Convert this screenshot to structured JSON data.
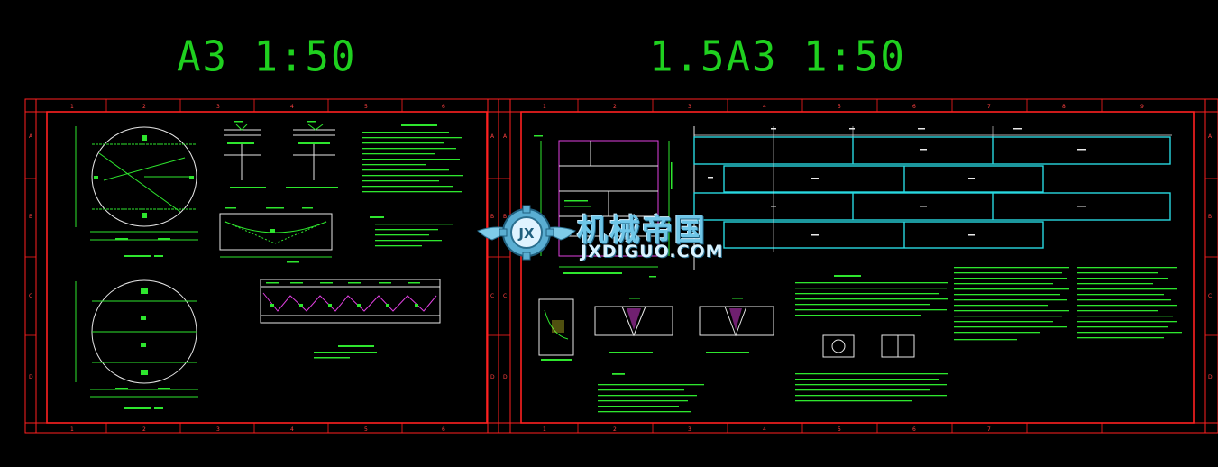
{
  "titles": {
    "left": "A3 1:50",
    "right": "1.5A3 1:50"
  },
  "watermark": {
    "chinese": "机械帝国",
    "english": "JXDIGUO.COM",
    "emblem": "JX"
  },
  "border_labels": {
    "left_columns": [
      "1",
      "2",
      "3",
      "4",
      "5",
      "6"
    ],
    "left_rows": [
      "A",
      "B",
      "C",
      "D"
    ],
    "right_columns": [
      "1",
      "2",
      "3",
      "4",
      "5",
      "6",
      "7",
      "8",
      "9"
    ],
    "right_rows": [
      "A",
      "B",
      "C",
      "D"
    ]
  },
  "colors": {
    "background": "#000000",
    "frame": "#ff2020",
    "drawing_white": "#e8e8e8",
    "notes_green": "#2ee62e",
    "cyan": "#28d8e0",
    "magenta": "#e040e0",
    "yellow": "#e6e62a"
  }
}
